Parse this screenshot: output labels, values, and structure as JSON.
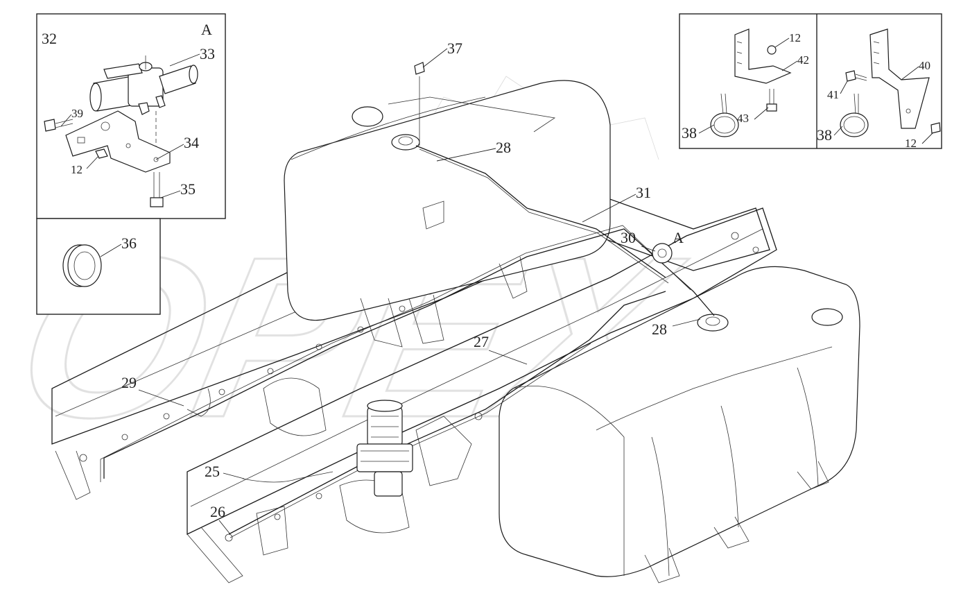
{
  "watermark": "OPEX",
  "inset_a_tag": "A",
  "view_a_tag": "A",
  "callouts": {
    "c25": "25",
    "c26": "26",
    "c27": "27",
    "c28a": "28",
    "c28b": "28",
    "c29": "29",
    "c30": "30",
    "c31": "31",
    "c32": "32",
    "c33": "33",
    "c34": "34",
    "c35": "35",
    "c36": "36",
    "c37": "37",
    "c38a": "38",
    "c38b": "38",
    "c39": "39",
    "c40": "40",
    "c41": "41",
    "c42": "42",
    "c43": "43",
    "c12a": "12",
    "c12b": "12",
    "c12c": "12"
  }
}
